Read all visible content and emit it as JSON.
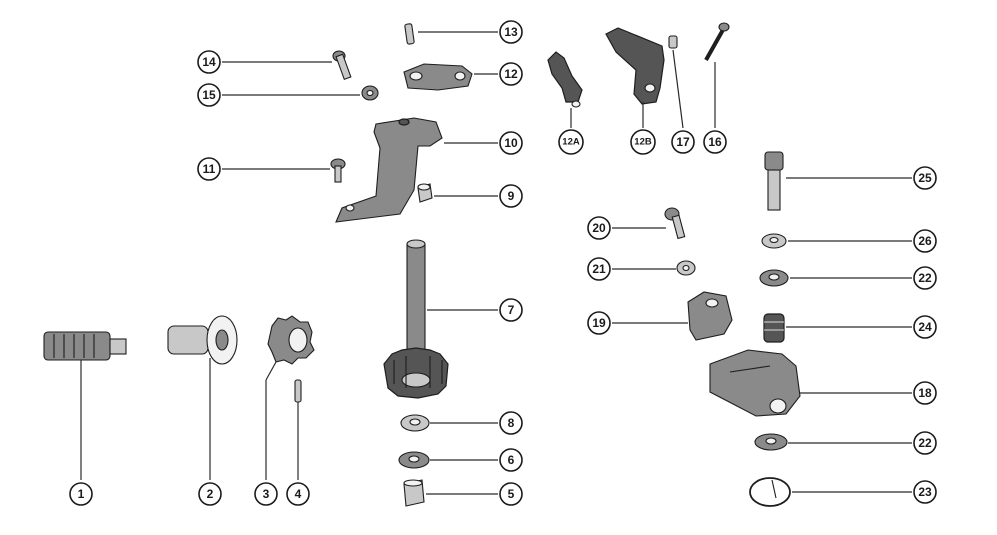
{
  "callouts": {
    "p1": "1",
    "p2": "2",
    "p3": "3",
    "p4": "4",
    "p5": "5",
    "p6": "6",
    "p7": "7",
    "p8": "8",
    "p9": "9",
    "p10": "10",
    "p11": "11",
    "p12": "12",
    "p12a": "12A",
    "p12b": "12B",
    "p13": "13",
    "p14": "14",
    "p15": "15",
    "p16": "16",
    "p17": "17",
    "p18": "18",
    "p19": "19",
    "p20": "20",
    "p21": "21",
    "p22a": "22",
    "p22b": "22",
    "p23": "23",
    "p24": "24",
    "p25": "25",
    "p26": "26"
  }
}
